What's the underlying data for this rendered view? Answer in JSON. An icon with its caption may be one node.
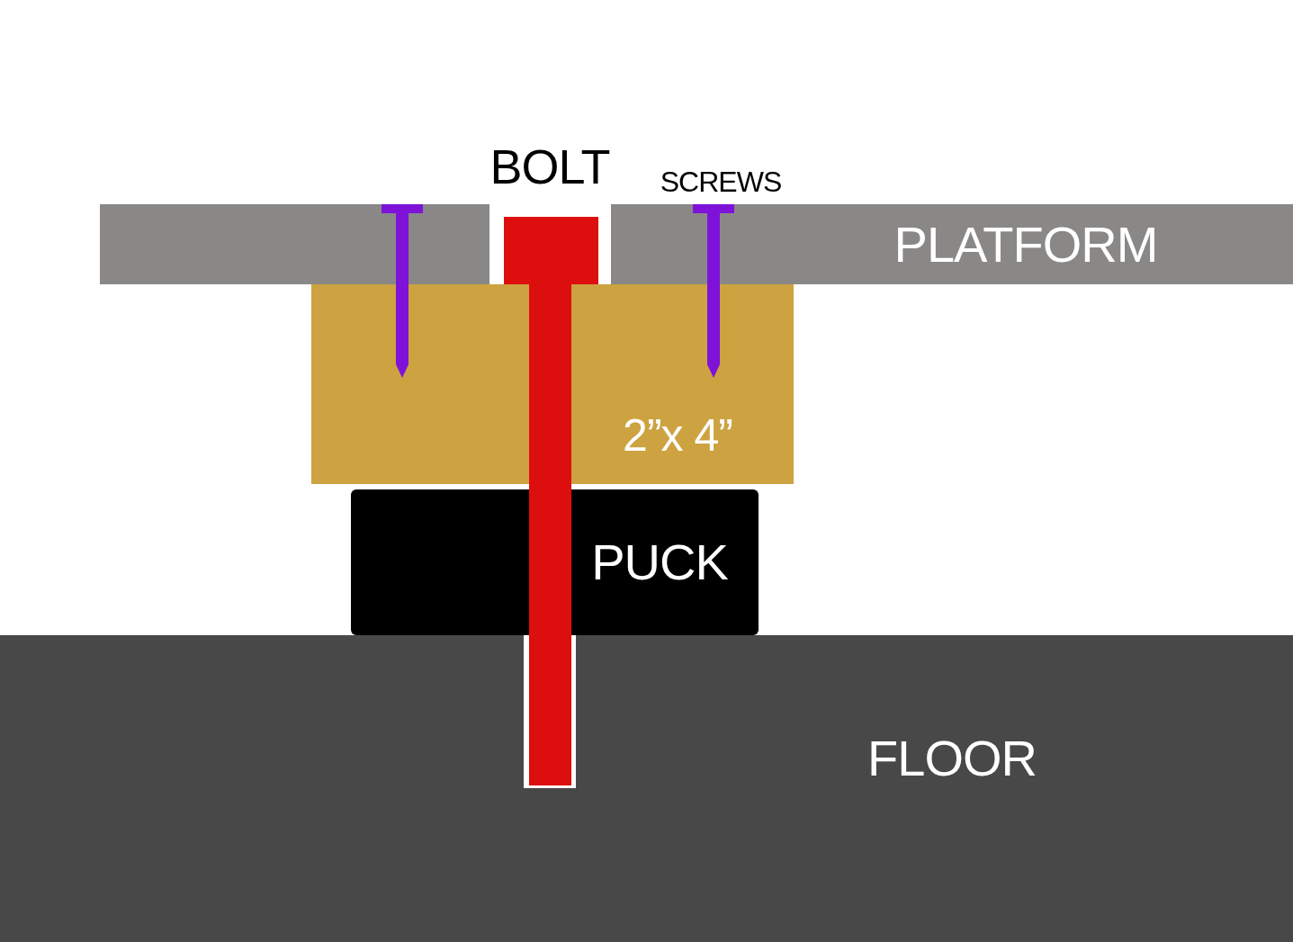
{
  "diagram": {
    "nodes": [
      {
        "text": [
          "PLATFORM"
        ]
      },
      {
        "text": [
          "2”x 4”"
        ]
      },
      {
        "text": [
          "PUCK"
        ]
      },
      {
        "text": [
          "FLOOR"
        ]
      },
      {
        "text": [
          "BOLT"
        ]
      },
      {
        "text": [],
        "shape": "screw"
      },
      {
        "text": [
          "SCREWS"
        ]
      }
    ]
  }
}
